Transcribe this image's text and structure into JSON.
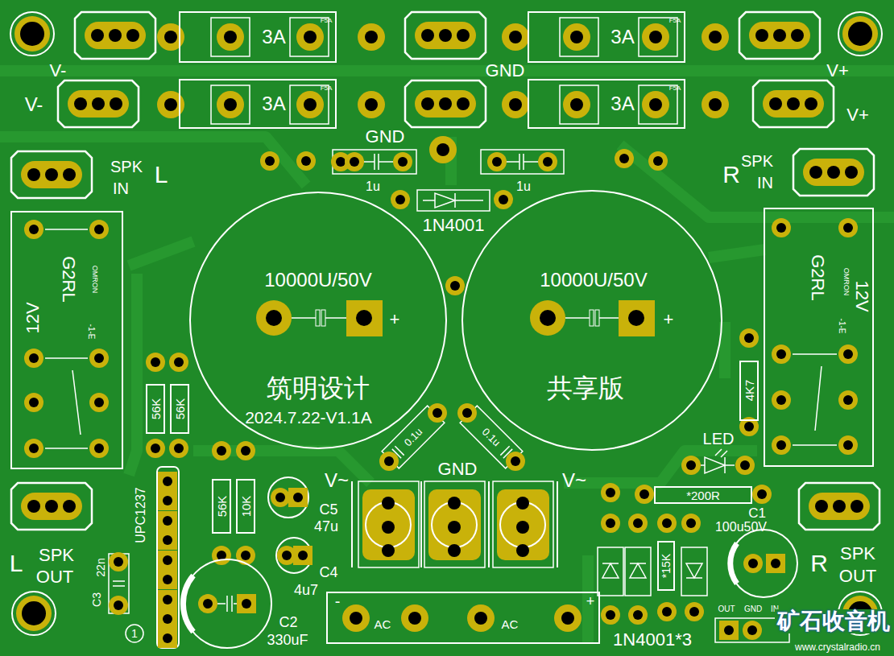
{
  "diagram": {
    "nodes": [
      {
        "text": [
          "3A",
          "F5A"
        ]
      },
      {
        "text": [
          "3A",
          "F5A"
        ]
      },
      {
        "text": [
          "3A",
          "F5A"
        ]
      },
      {
        "text": [
          "3A",
          "F5A"
        ]
      },
      {
        "text": [
          "G2RL",
          "OMRON",
          "12V",
          "-1-E"
        ]
      },
      {
        "text": [
          "10000U/50V",
          "筑明设计",
          "2024.7.22-V1.1A"
        ]
      },
      {
        "text": [
          "10000U/50V",
          "共享版"
        ]
      },
      {
        "text": [
          "G2RL",
          "OMRON",
          "12V",
          "-1-E"
        ]
      },
      {
        "text": [
          "56K"
        ]
      },
      {
        "text": [
          "56K"
        ]
      },
      {
        "text": [
          "4K7"
        ]
      },
      {
        "text": [
          "56K"
        ]
      },
      {
        "text": [
          "10K"
        ]
      },
      {
        "text": [
          "*200R"
        ]
      },
      {
        "text": [
          "*15K"
        ]
      },
      {
        "text": [
          "-",
          "AC",
          "AC",
          "+"
        ]
      }
    ],
    "labels": [
      "V-",
      "GND",
      "V+",
      "V-",
      "V+",
      "GND",
      "SPK",
      "IN",
      "L",
      "R",
      "SPK",
      "IN",
      "1u",
      "1u",
      "1N4001",
      "+",
      "+",
      "LED",
      "0.1u",
      "0.1u",
      "V~",
      "GND",
      "V~",
      "C5",
      "47u",
      "C1",
      "100u50V",
      "UPC1237",
      "C4",
      "4u7",
      "L",
      "SPK",
      "OUT",
      "R",
      "SPK",
      "OUT",
      "22n",
      "C3",
      "1",
      "C2",
      "330uF",
      "OUT",
      "GND",
      "IN",
      "1N4001*3",
      "矿石收音机",
      "www.crystalradio.cn"
    ]
  }
}
